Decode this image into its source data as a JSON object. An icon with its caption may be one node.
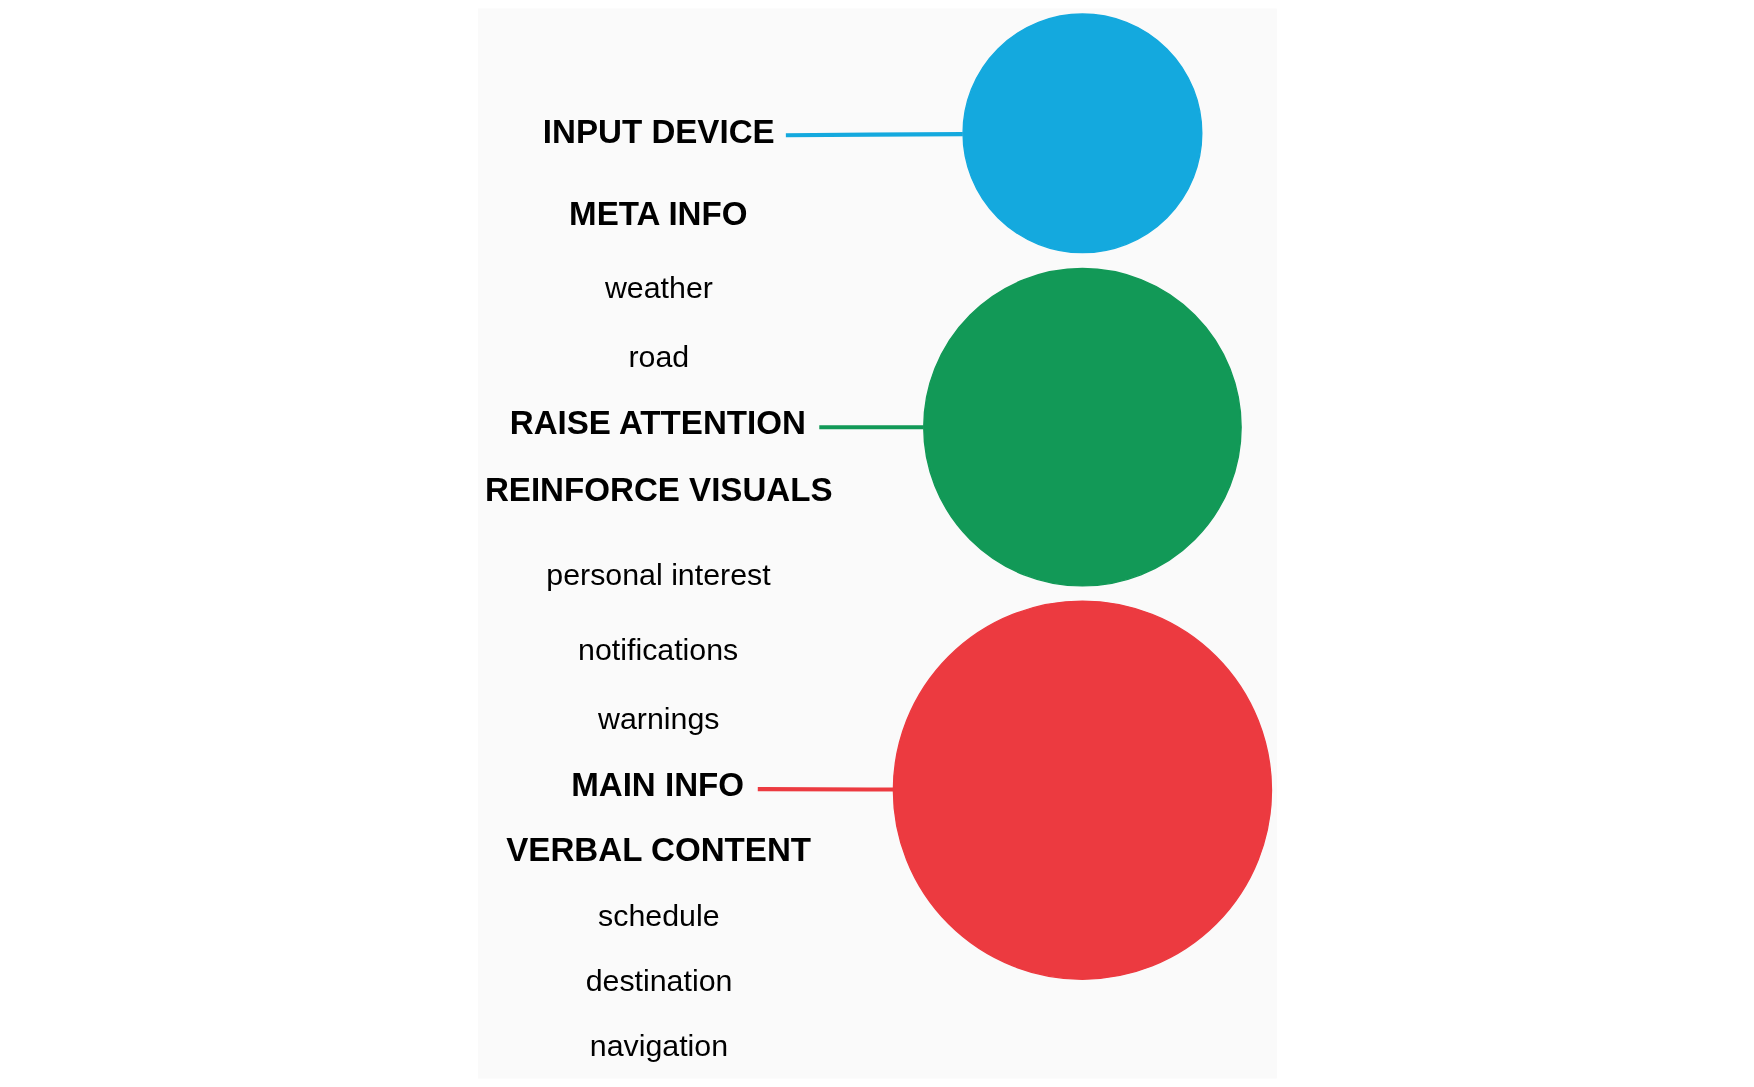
{
  "diagram": {
    "nodes": [
      {
        "text": [
          "INPUT DEVICE"
        ]
      },
      {
        "text": [],
        "shape": "circle"
      },
      {
        "text": [
          "RAISE ATTENTION"
        ]
      },
      {
        "text": [],
        "shape": "circle"
      },
      {
        "text": [],
        "shape": "circle"
      },
      {
        "text": [
          "MAIN INFO"
        ]
      }
    ],
    "edges": [
      {
        "from": 0,
        "to": 1,
        "arrow": "none",
        "color": "#14a9de"
      },
      {
        "from": 2,
        "to": 3,
        "arrow": "none",
        "color": "#129957"
      },
      {
        "from": 5,
        "to": 4,
        "arrow": "none",
        "color": "#ec3a40"
      }
    ],
    "labels": [
      "META INFO",
      "weather",
      "road",
      "REINFORCE VISUALS",
      "personal interest",
      "notifications",
      "warnings",
      "VERBAL CONTENT",
      "schedule",
      "destination",
      "navigation"
    ]
  }
}
